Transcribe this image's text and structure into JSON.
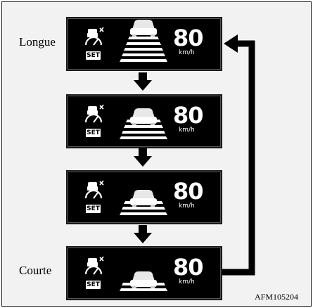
{
  "labels": {
    "long": "Longue",
    "short": "Courte"
  },
  "reference": "AFM105204",
  "panels": [
    {
      "speed": "80",
      "unit": "km/h",
      "badge": "SET",
      "distance_bars": 6
    },
    {
      "speed": "80",
      "unit": "km/h",
      "badge": "SET",
      "distance_bars": 4
    },
    {
      "speed": "80",
      "unit": "km/h",
      "badge": "SET",
      "distance_bars": 3
    },
    {
      "speed": "80",
      "unit": "km/h",
      "badge": "SET",
      "distance_bars": 2
    }
  ],
  "icons": {
    "cruise": "radar-cruise-icon",
    "car": "preceding-car-icon",
    "arrow": "down-arrow-icon",
    "loop": "return-arrow-icon"
  },
  "colors": {
    "panel": "#000000",
    "text": "#ffffff",
    "background": "#f2f2f2"
  }
}
